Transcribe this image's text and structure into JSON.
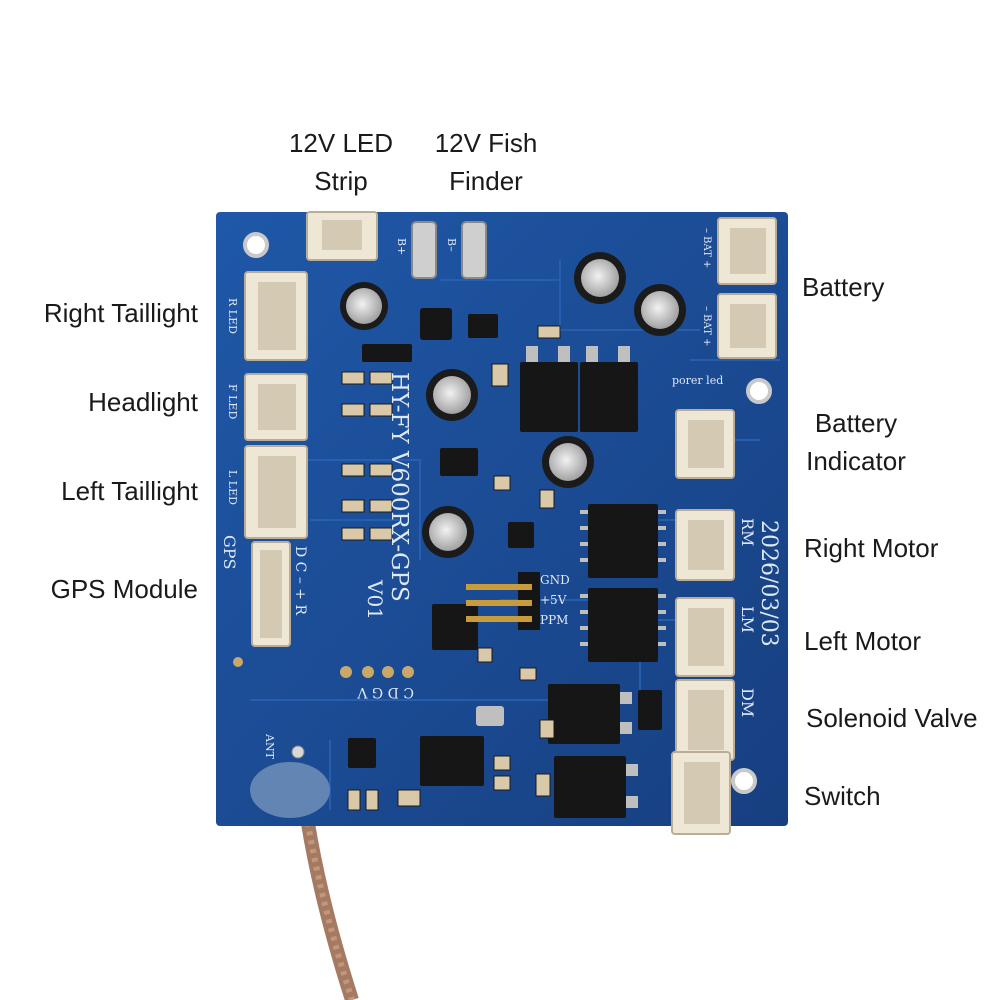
{
  "callouts": {
    "led_strip": "12V LED\nStrip",
    "fish_finder": "12V Fish\nFinder",
    "battery": "Battery",
    "right_taillight": "Right Taillight",
    "headlight": "Headlight",
    "battery_indicator": "Battery\nIndicator",
    "left_taillight": "Left Taillight",
    "right_motor": "Right Motor",
    "gps_module": "GPS Module",
    "left_motor": "Left Motor",
    "solenoid_valve": "Solenoid Valve",
    "switch": "Switch"
  },
  "silkscreen": {
    "model": "HY-FY V600RX-GPS",
    "version": "V01",
    "date": "2026/03/03",
    "gps": "GPS",
    "gps_pins": "D C – + R",
    "r_led": "R LED",
    "f_led": "F LED",
    "l_led": "L LED",
    "bat1": "– BAT +",
    "bat2": "– BAT +",
    "power_led": "porer led",
    "rm": "RM",
    "lm": "LM",
    "dm": "DM",
    "gnd": "GND",
    "v5": "+5V",
    "ppm": "PPM",
    "cdgv": "C D G V",
    "ant": "ANT",
    "bplus": "B+",
    "bminus": "B–"
  },
  "colors": {
    "background": "#ffffff",
    "pcb": "#1c4f99",
    "connector": "#efe7d6",
    "text": "#1a1a1a"
  }
}
